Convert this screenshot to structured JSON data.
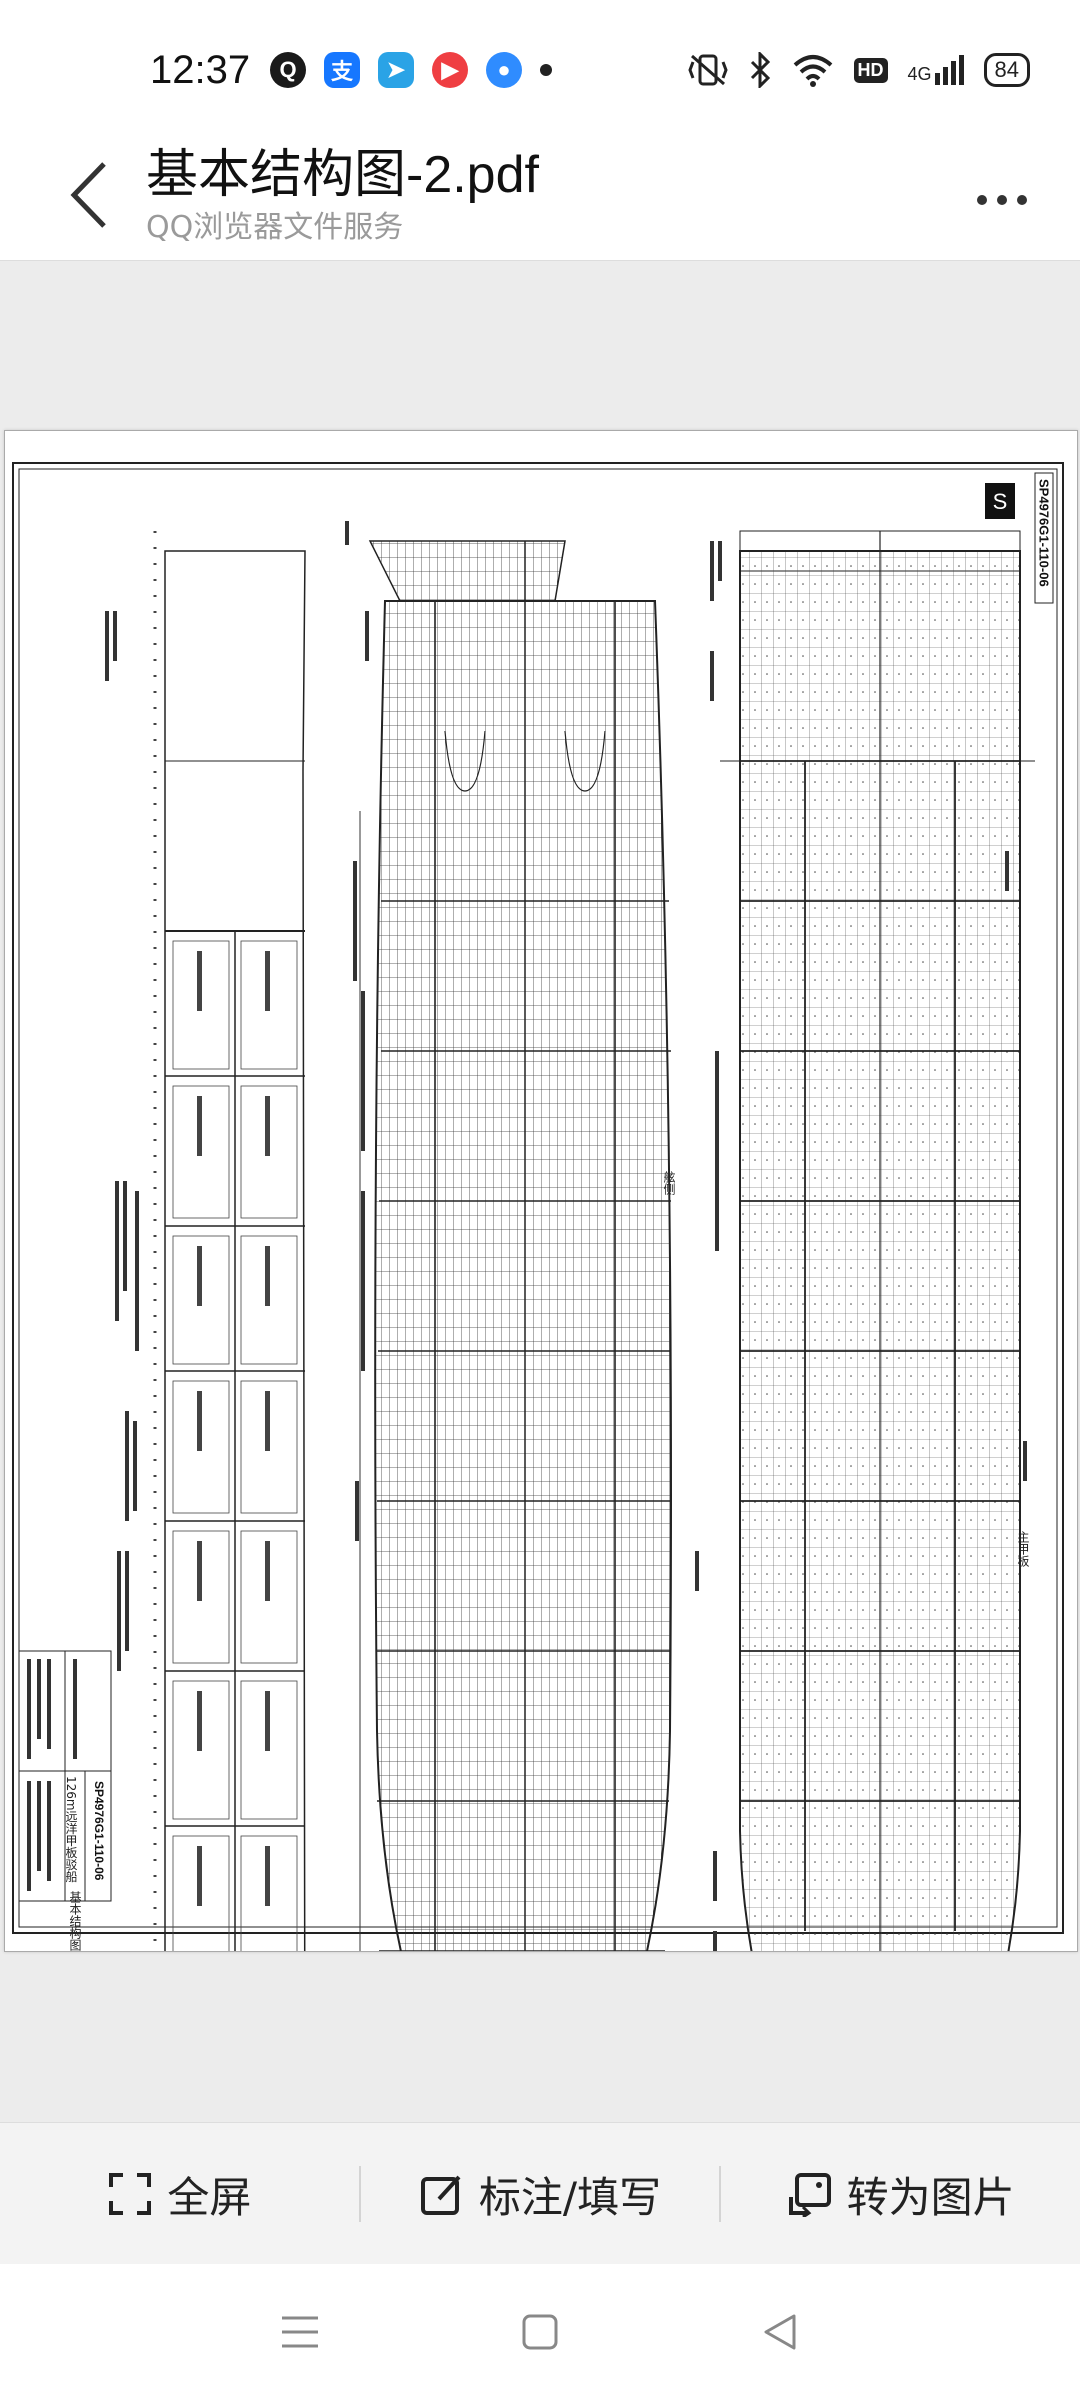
{
  "status": {
    "time": "12:37",
    "notifications": [
      "qq-icon",
      "alipay-icon",
      "telegram-icon",
      "video-icon",
      "bubble-icon",
      "dot-icon"
    ],
    "hd_label": "HD",
    "network_label": "4G",
    "battery": "84"
  },
  "header": {
    "title": "基本结构图-2.pdf",
    "subtitle": "QQ浏览器文件服务"
  },
  "drawing": {
    "drawing_number": "SP4976G1-110-06",
    "title_block_name": "基本结构图",
    "title_block_caption": "126m远洋甲板驳船",
    "logo_letter": "S",
    "side_label": "舷侧",
    "deck_label": "主甲板"
  },
  "toolbar": {
    "fullscreen_label": "全屏",
    "annotate_label": "标注/填写",
    "to_image_label": "转为图片"
  },
  "colors": {
    "accent_qq": "#1a1a1a",
    "accent_alipay": "#1677ff",
    "accent_telegram": "#2aa3e6",
    "accent_video": "#ef3e42",
    "accent_bubble": "#2f8cff"
  }
}
